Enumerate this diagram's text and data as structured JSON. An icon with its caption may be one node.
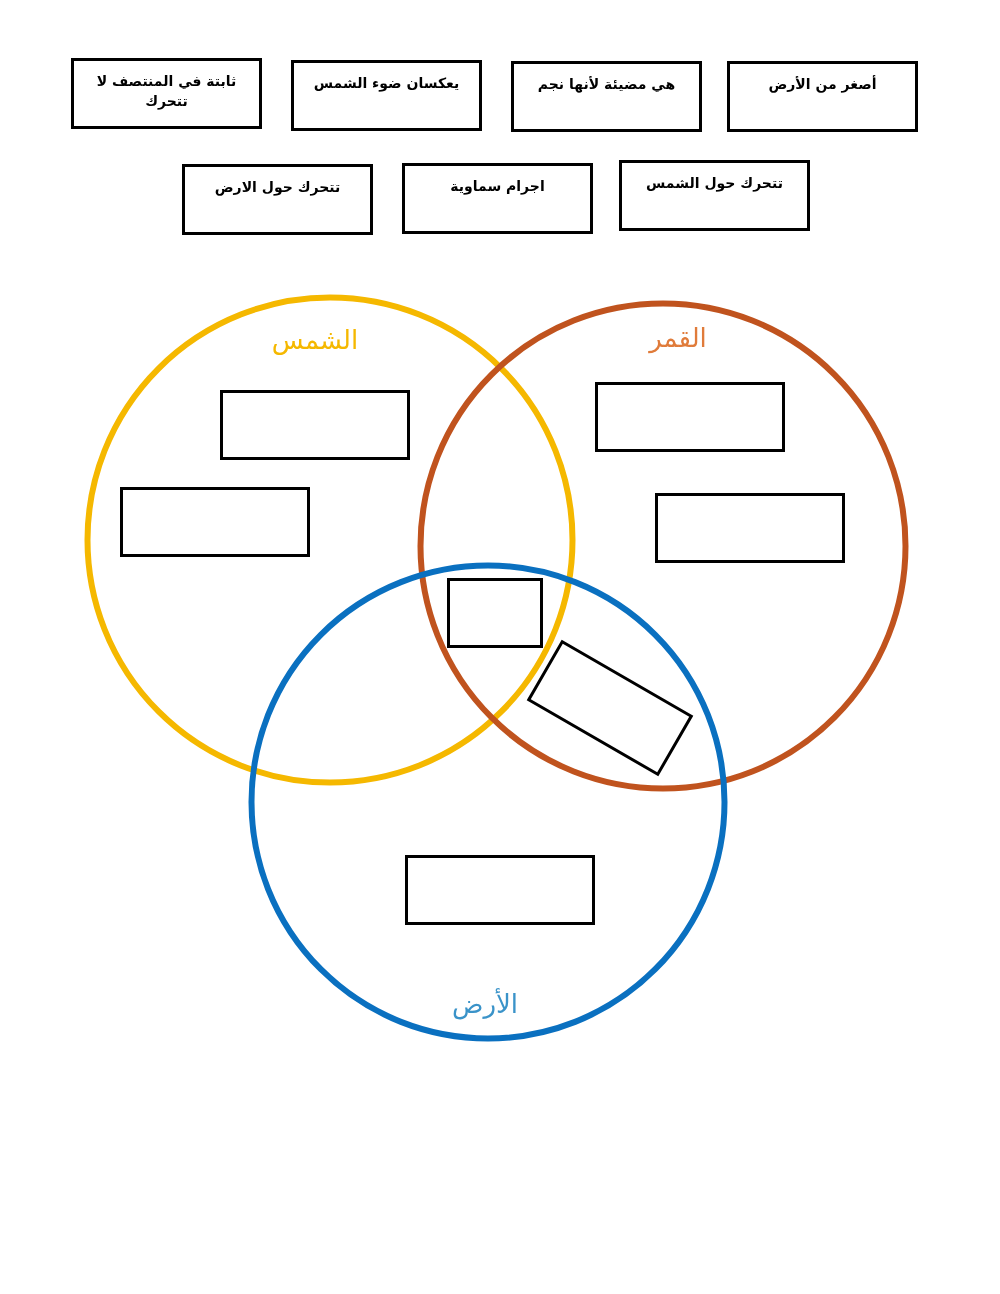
{
  "diagram": {
    "nodes": [
      {
        "text": [
          "أصغر من الأرض"
        ]
      },
      {
        "text": [
          "هي مضيئة لأنها نجم"
        ]
      },
      {
        "text": [
          "يعكسان ضوء الشمس"
        ]
      },
      {
        "text": [
          "ثابتة في المنتصف لا تتحرك"
        ]
      },
      {
        "text": [
          "تتحرك حول الشمس"
        ]
      },
      {
        "text": [
          "اجرام سماوية"
        ]
      },
      {
        "text": [
          "تتحرك حول الارض"
        ]
      },
      {
        "text": [
          "الشمس"
        ]
      },
      {
        "text": [
          "القمر"
        ]
      },
      {
        "text": [
          "الأرض"
        ]
      },
      {
        "text": [],
        "shape": "box",
        "in": 8
      },
      {
        "text": [],
        "shape": "box",
        "in": 7
      },
      {
        "text": [],
        "shape": "box",
        "in": 7
      },
      {
        "text": [],
        "shape": "box",
        "in": 8
      },
      {
        "text": [],
        "shape": "box"
      },
      {
        "text": [],
        "shape": "box"
      },
      {
        "text": [],
        "shape": "box",
        "in": 9
      }
    ],
    "edges": []
  }
}
